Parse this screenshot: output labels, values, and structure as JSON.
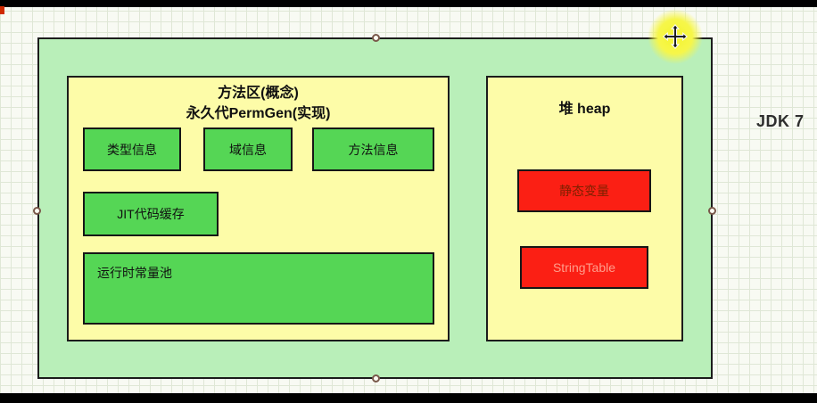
{
  "canvas": {
    "jdk_label": "JDK 7"
  },
  "method_area": {
    "title_line1": "方法区(概念)",
    "title_line2": "永久代PermGen(实现)",
    "boxes": [
      "类型信息",
      "域信息",
      "方法信息"
    ],
    "jit_label": "JIT代码缓存",
    "runtime_pool_label": "运行时常量池"
  },
  "heap": {
    "title": "堆 heap",
    "static_var_label": "静态变量",
    "string_table_label": "StringTable"
  },
  "icons": {
    "move_icon": "move-cursor",
    "selection_handles": "selection-handle-circle"
  },
  "colors": {
    "container_green": "#b9efb9",
    "panel_yellow": "#fdfca8",
    "box_green": "#55d655",
    "box_red": "#fb1f14",
    "static_var_text": "#7e2000",
    "string_table_text": "#ff9d8b",
    "highlight_yellow": "#f6f64a",
    "border_black": "#1c1c1c"
  }
}
